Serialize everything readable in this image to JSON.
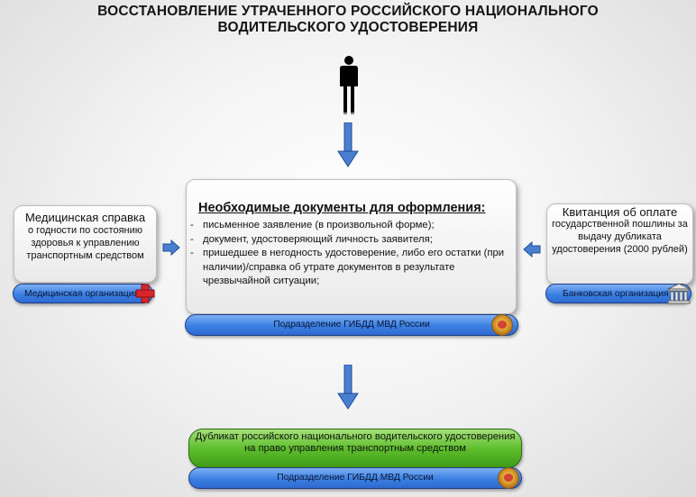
{
  "title": {
    "line1": "ВОССТАНОВЛЕНИЕ УТРАЧЕННОГО РОССИЙСКОГО НАЦИОНАЛЬНОГО",
    "line2": "ВОДИТЕЛЬСКОГО УДОСТОВЕРЕНИЯ"
  },
  "center": {
    "heading": "Необходимые документы для оформления:",
    "items": [
      "письменное заявление (в произвольной форме);",
      "документ, удостоверяющий личность заявителя;",
      "пришедшее в негодность удостоверение, либо его остатки (при наличии)/справка об утрате документов в результате чрезвычайной ситуации;"
    ],
    "bullet": "-",
    "org": "Подразделение ГИБДД МВД России"
  },
  "left": {
    "title": "Медицинская справка",
    "subtitle": "о годности по состоянию здоровья к управлению транспортным средством",
    "org": "Медицинская организация"
  },
  "right": {
    "title": "Квитанция об оплате",
    "subtitle": "государственной пошлины за выдачу дубликата удостоверения (2000 рублей)",
    "org": "Банковская организация"
  },
  "result": {
    "text": "Дубликат российского национального водительского удостоверения на право управления транспортным средством",
    "org": "Подразделение ГИБДД МВД России"
  },
  "icons": {
    "person": "person-icon",
    "arrow": "arrow-icon",
    "medical": "red-cross-icon",
    "bank": "bank-building-icon",
    "emblem": "police-emblem-icon"
  },
  "colors": {
    "arrow": "#4a7fd0",
    "pill_blue": "#3a7fe2",
    "result_green": "#5fbf2e",
    "cross_red": "#d8262a"
  }
}
